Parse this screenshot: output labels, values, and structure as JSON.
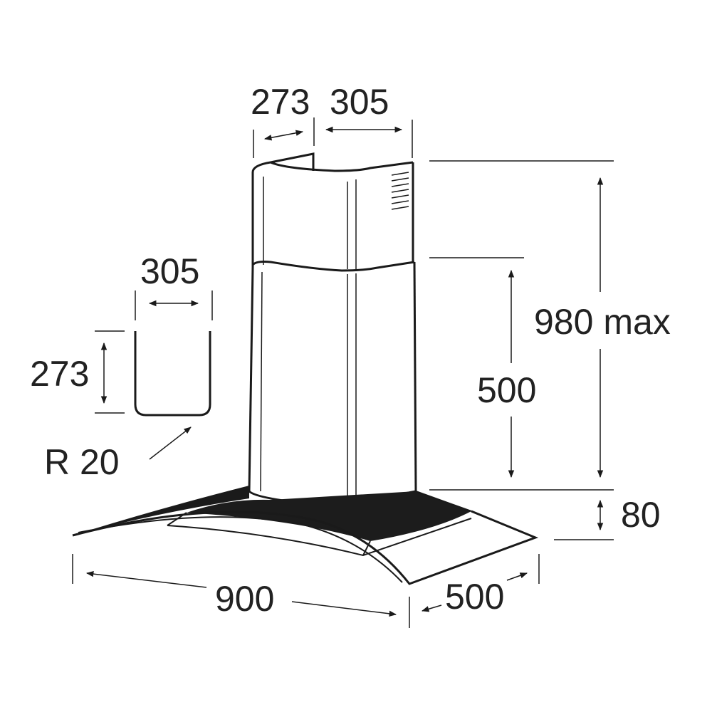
{
  "diagram": {
    "dimensions": {
      "top_depth": "273",
      "top_width": "305",
      "inset_width": "305",
      "inset_depth": "273",
      "inset_radius": "R 20",
      "height_max": "980 max",
      "chimney_height": "500",
      "canopy_height": "80",
      "width": "900",
      "depth": "500"
    },
    "colors": {
      "ink": "#1a1a1a",
      "label": "#222222",
      "glass_dark": "#1c1c1c",
      "background": "#ffffff"
    }
  }
}
